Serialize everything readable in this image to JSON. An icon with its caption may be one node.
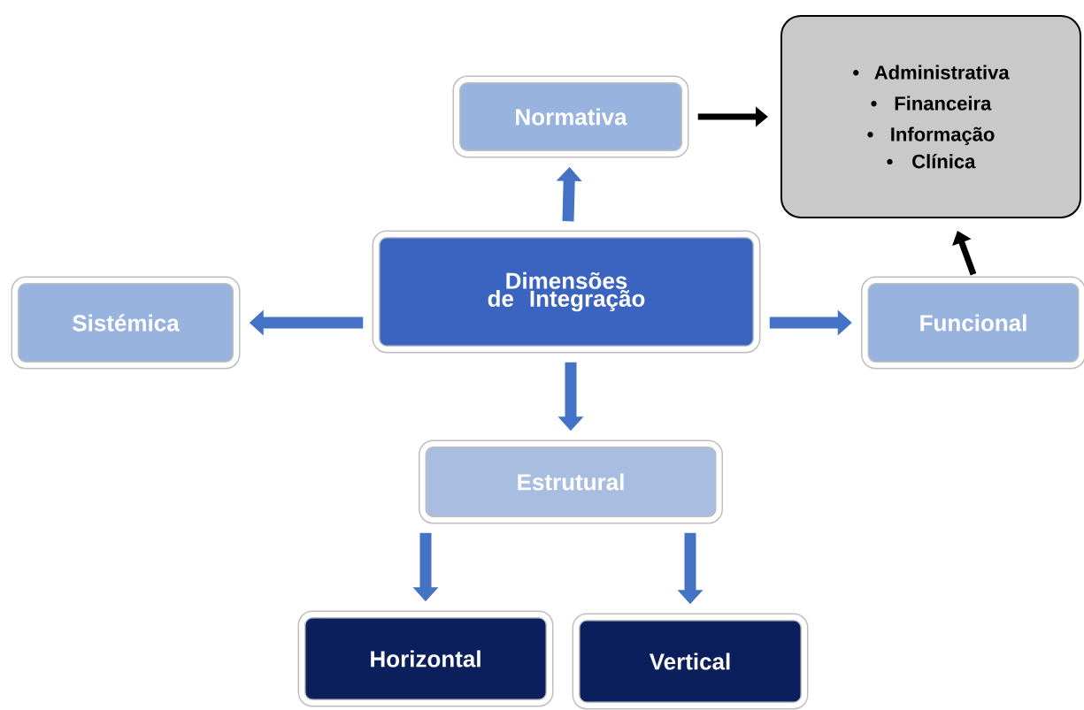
{
  "diagram": {
    "nodes": [
      {
        "text": [
          "Dimensões de Integração"
        ]
      },
      {
        "text": [
          "Normativa"
        ]
      },
      {
        "text": [
          "• Administrativa",
          "• Financeira",
          "• Informação",
          "• Clínica"
        ]
      },
      {
        "text": [
          "Sistémica"
        ]
      },
      {
        "text": [
          "Funcional"
        ]
      },
      {
        "text": [
          "Estrutural"
        ]
      },
      {
        "text": [
          "Horizontal"
        ]
      },
      {
        "text": [
          "Vertical"
        ]
      }
    ],
    "edges": [
      {
        "from": 0,
        "to": 1,
        "arrow": "to"
      },
      {
        "from": 1,
        "to": 2,
        "arrow": "to",
        "color": "#000000"
      },
      {
        "from": 0,
        "to": 3,
        "arrow": "to"
      },
      {
        "from": 0,
        "to": 4,
        "arrow": "to"
      },
      {
        "from": 4,
        "to": 2,
        "arrow": "to",
        "color": "#000000"
      },
      {
        "from": 0,
        "to": 5,
        "arrow": "to"
      },
      {
        "from": 5,
        "to": 6,
        "arrow": "to"
      },
      {
        "from": 5,
        "to": 7,
        "arrow": "to"
      }
    ]
  }
}
